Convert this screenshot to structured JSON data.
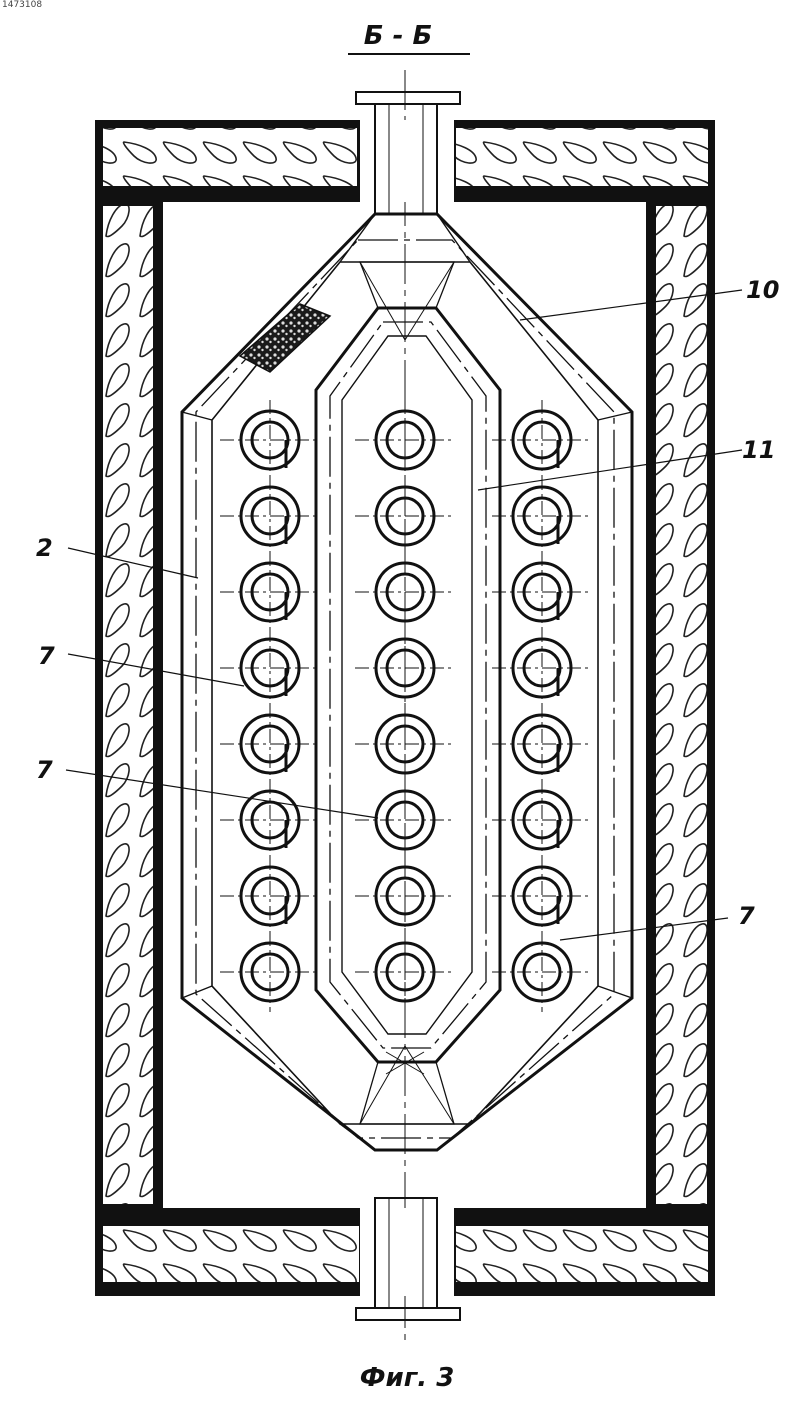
{
  "header": {
    "document_number": "1473108"
  },
  "drawing": {
    "section_label": "Б - Б",
    "figure_caption": "Фиг. 3",
    "callouts": [
      {
        "id": "10",
        "text": "10",
        "side": "right"
      },
      {
        "id": "11",
        "text": "11",
        "side": "right"
      },
      {
        "id": "2",
        "text": "2",
        "side": "left"
      },
      {
        "id": "7a",
        "text": "7",
        "side": "left"
      },
      {
        "id": "7b",
        "text": "7",
        "side": "left"
      },
      {
        "id": "7c",
        "text": "7",
        "side": "right"
      }
    ],
    "tube_columns": 3,
    "tubes_per_column": 8
  }
}
